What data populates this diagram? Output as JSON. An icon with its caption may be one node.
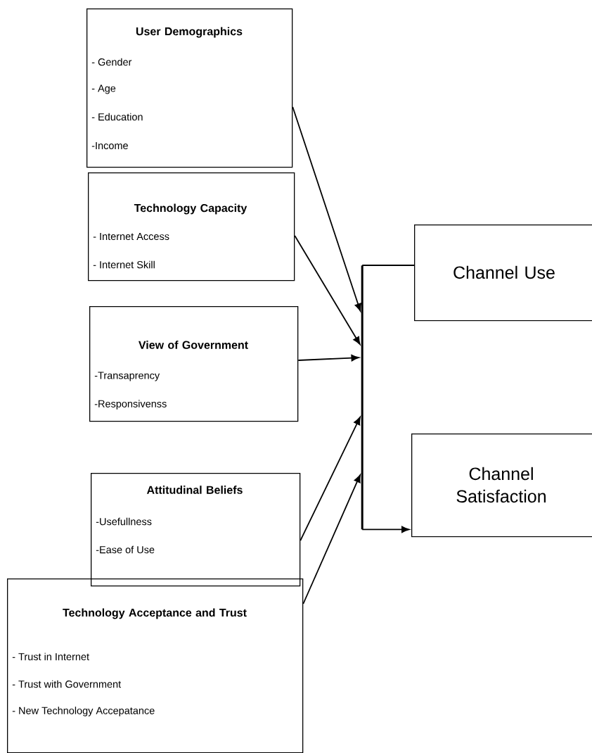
{
  "diagram": {
    "nodes": [
      {
        "text": [
          "User Demographics",
          "- Gender",
          "- Age",
          "- Education",
          "-Income"
        ]
      },
      {
        "text": [
          "Technology Capacity",
          "- Internet Access",
          "- Internet Skill"
        ]
      },
      {
        "text": [
          "View of Government",
          "-Transaprency",
          "-Responsivenss"
        ]
      },
      {
        "text": [
          "Attitudinal Beliefs",
          "-Usefullness",
          "-Ease of Use"
        ]
      },
      {
        "text": [
          "Technology Acceptance and Trust",
          "- Trust in Internet",
          "- Trust with Government",
          "- New Technology Accepatance"
        ]
      },
      {
        "text": [],
        "shape": "bar"
      },
      {
        "text": [
          "Channel Use"
        ]
      },
      {
        "text": [
          "Channel Satisfaction"
        ]
      }
    ],
    "edges": [
      {
        "from": 0,
        "to": 5,
        "arrow": "to"
      },
      {
        "from": 1,
        "to": 5,
        "arrow": "to"
      },
      {
        "from": 2,
        "to": 5,
        "arrow": "to"
      },
      {
        "from": 3,
        "to": 5,
        "arrow": "to"
      },
      {
        "from": 4,
        "to": 5,
        "arrow": "to"
      },
      {
        "from": 5,
        "to": 6,
        "arrow": "none"
      },
      {
        "from": 5,
        "to": 7,
        "arrow": "to"
      }
    ]
  }
}
